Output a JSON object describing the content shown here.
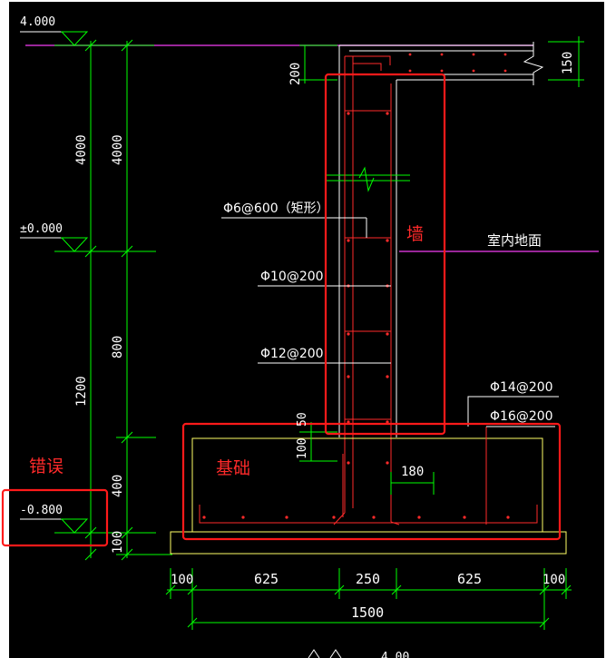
{
  "elevations": {
    "top": "4.000",
    "ground": "±0.000",
    "bottom": "-0.800",
    "bottom_partial": "4.00"
  },
  "vertical_dims": {
    "outer": [
      "4000",
      "1200",
      "100"
    ],
    "inner": [
      "4000",
      "800",
      "400"
    ],
    "slab_thickness": "200",
    "slab_right": "150",
    "top_of_footing": "50",
    "footing_inset": "100"
  },
  "horizontal_dims": {
    "segments": [
      "100",
      "625",
      "250",
      "625",
      "100"
    ],
    "total": "1500",
    "footing_rebar_spacing": "180"
  },
  "rebar_labels": {
    "stirrup": "Φ6@600（矩形）",
    "wall_horizontal": "Φ10@200",
    "wall_vertical": "Φ12@200",
    "footing_top": "Φ14@200",
    "footing_bottom": "Φ16@200"
  },
  "annotations": {
    "indoor_floor": "室内地面",
    "wall": "墙",
    "foundation": "基础",
    "error": "错误"
  },
  "colors": {
    "background": "#000000",
    "dimension_lines": "#00ff00",
    "rebar": "#ff2a2a",
    "concrete_outline": "#ffffff",
    "footing_outline": "#ffff66",
    "level_line": "#cc33cc",
    "highlight_box": "#ff1a1a"
  }
}
